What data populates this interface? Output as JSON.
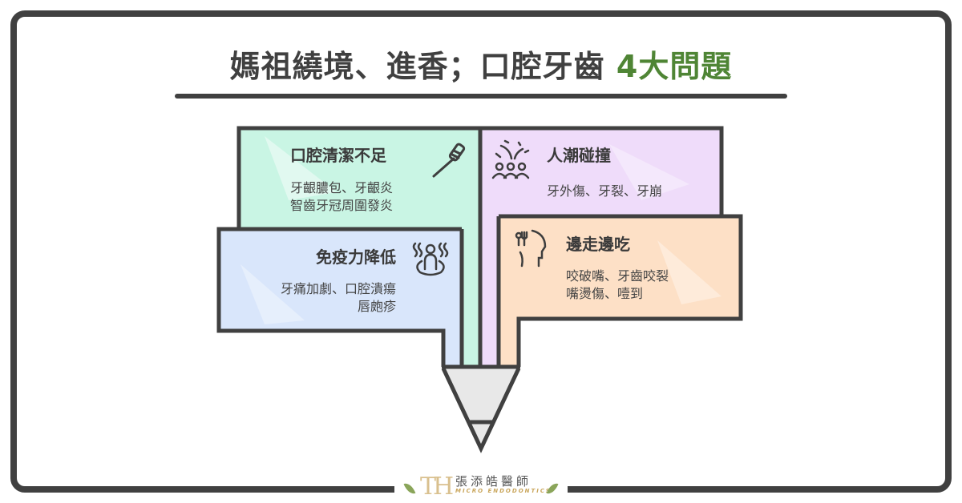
{
  "title": {
    "main": "媽祖繞境、進香；口腔牙齒",
    "accent": "4大問題",
    "accent_color": "#4f8535"
  },
  "colors": {
    "frame": "#404040",
    "green": "#c9f5e4",
    "purple": "#efdcfa",
    "blue": "#d9e6fb",
    "orange": "#fde0c6",
    "pencil_tip": "#e8e8e8"
  },
  "panels": [
    {
      "id": "oral-hygiene",
      "icon": "toothbrush-icon",
      "heading": "口腔清潔不足",
      "lines": [
        "牙齦膿包、牙齦炎",
        "智齒牙冠周圍發炎"
      ]
    },
    {
      "id": "crowd-collision",
      "icon": "crowd-impact-icon",
      "heading": "人潮碰撞",
      "lines": [
        "牙外傷、牙裂、牙崩"
      ]
    },
    {
      "id": "immunity",
      "icon": "person-heat-icon",
      "heading": "免疫力降低",
      "lines": [
        "牙痛加劇、口腔潰瘍",
        "唇皰疹"
      ]
    },
    {
      "id": "eating-walking",
      "icon": "eating-head-icon",
      "heading": "邊走邊吃",
      "lines": [
        "咬破嘴、牙齒咬裂",
        "嘴燙傷、噎到"
      ]
    }
  ],
  "logo": {
    "mark": "TH",
    "name": "張添皓醫師",
    "subtitle": "MICRO ENDODONTICS"
  }
}
